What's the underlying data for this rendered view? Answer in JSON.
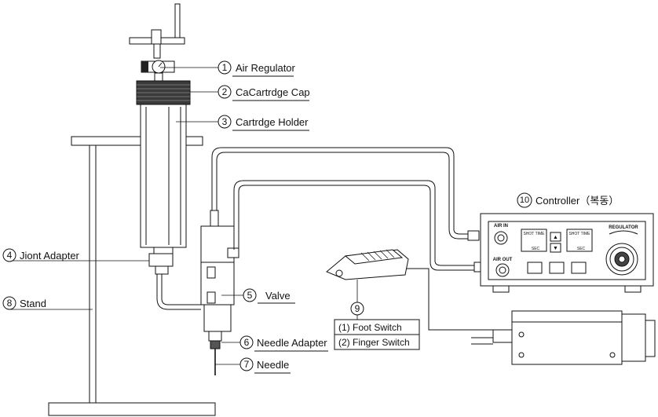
{
  "labels": {
    "air_regulator": {
      "num": "1",
      "text": "Air Regulator"
    },
    "cartridge_cap": {
      "num": "2",
      "text": "CaCartrdge Cap"
    },
    "cartridge_holder": {
      "num": "3",
      "text": "Cartrdge Holder"
    },
    "joint_adapter": {
      "num": "4",
      "text": "Jiont Adapter"
    },
    "valve": {
      "num": "5",
      "text": "Valve"
    },
    "needle_adapter": {
      "num": "6",
      "text": "Needle Adapter"
    },
    "needle": {
      "num": "7",
      "text": "Needle"
    },
    "stand": {
      "num": "8",
      "text": "Stand"
    },
    "switch": {
      "num": "9"
    },
    "controller": {
      "num": "10",
      "text": "Controller（복동）"
    }
  },
  "switch_options": [
    "(1) Foot Switch",
    "(2) Finger Switch"
  ],
  "controller_panel": {
    "air_in": "AIR IN",
    "air_out": "AIR OUT",
    "shot_time_1": "SHOT TIME",
    "shot_time_2": "SHOT TIME",
    "sec_1": "SEC",
    "sec_2": "SEC",
    "regulator": "REGULATOR",
    "up_arrow": "▲",
    "down_arrow": "▼"
  }
}
